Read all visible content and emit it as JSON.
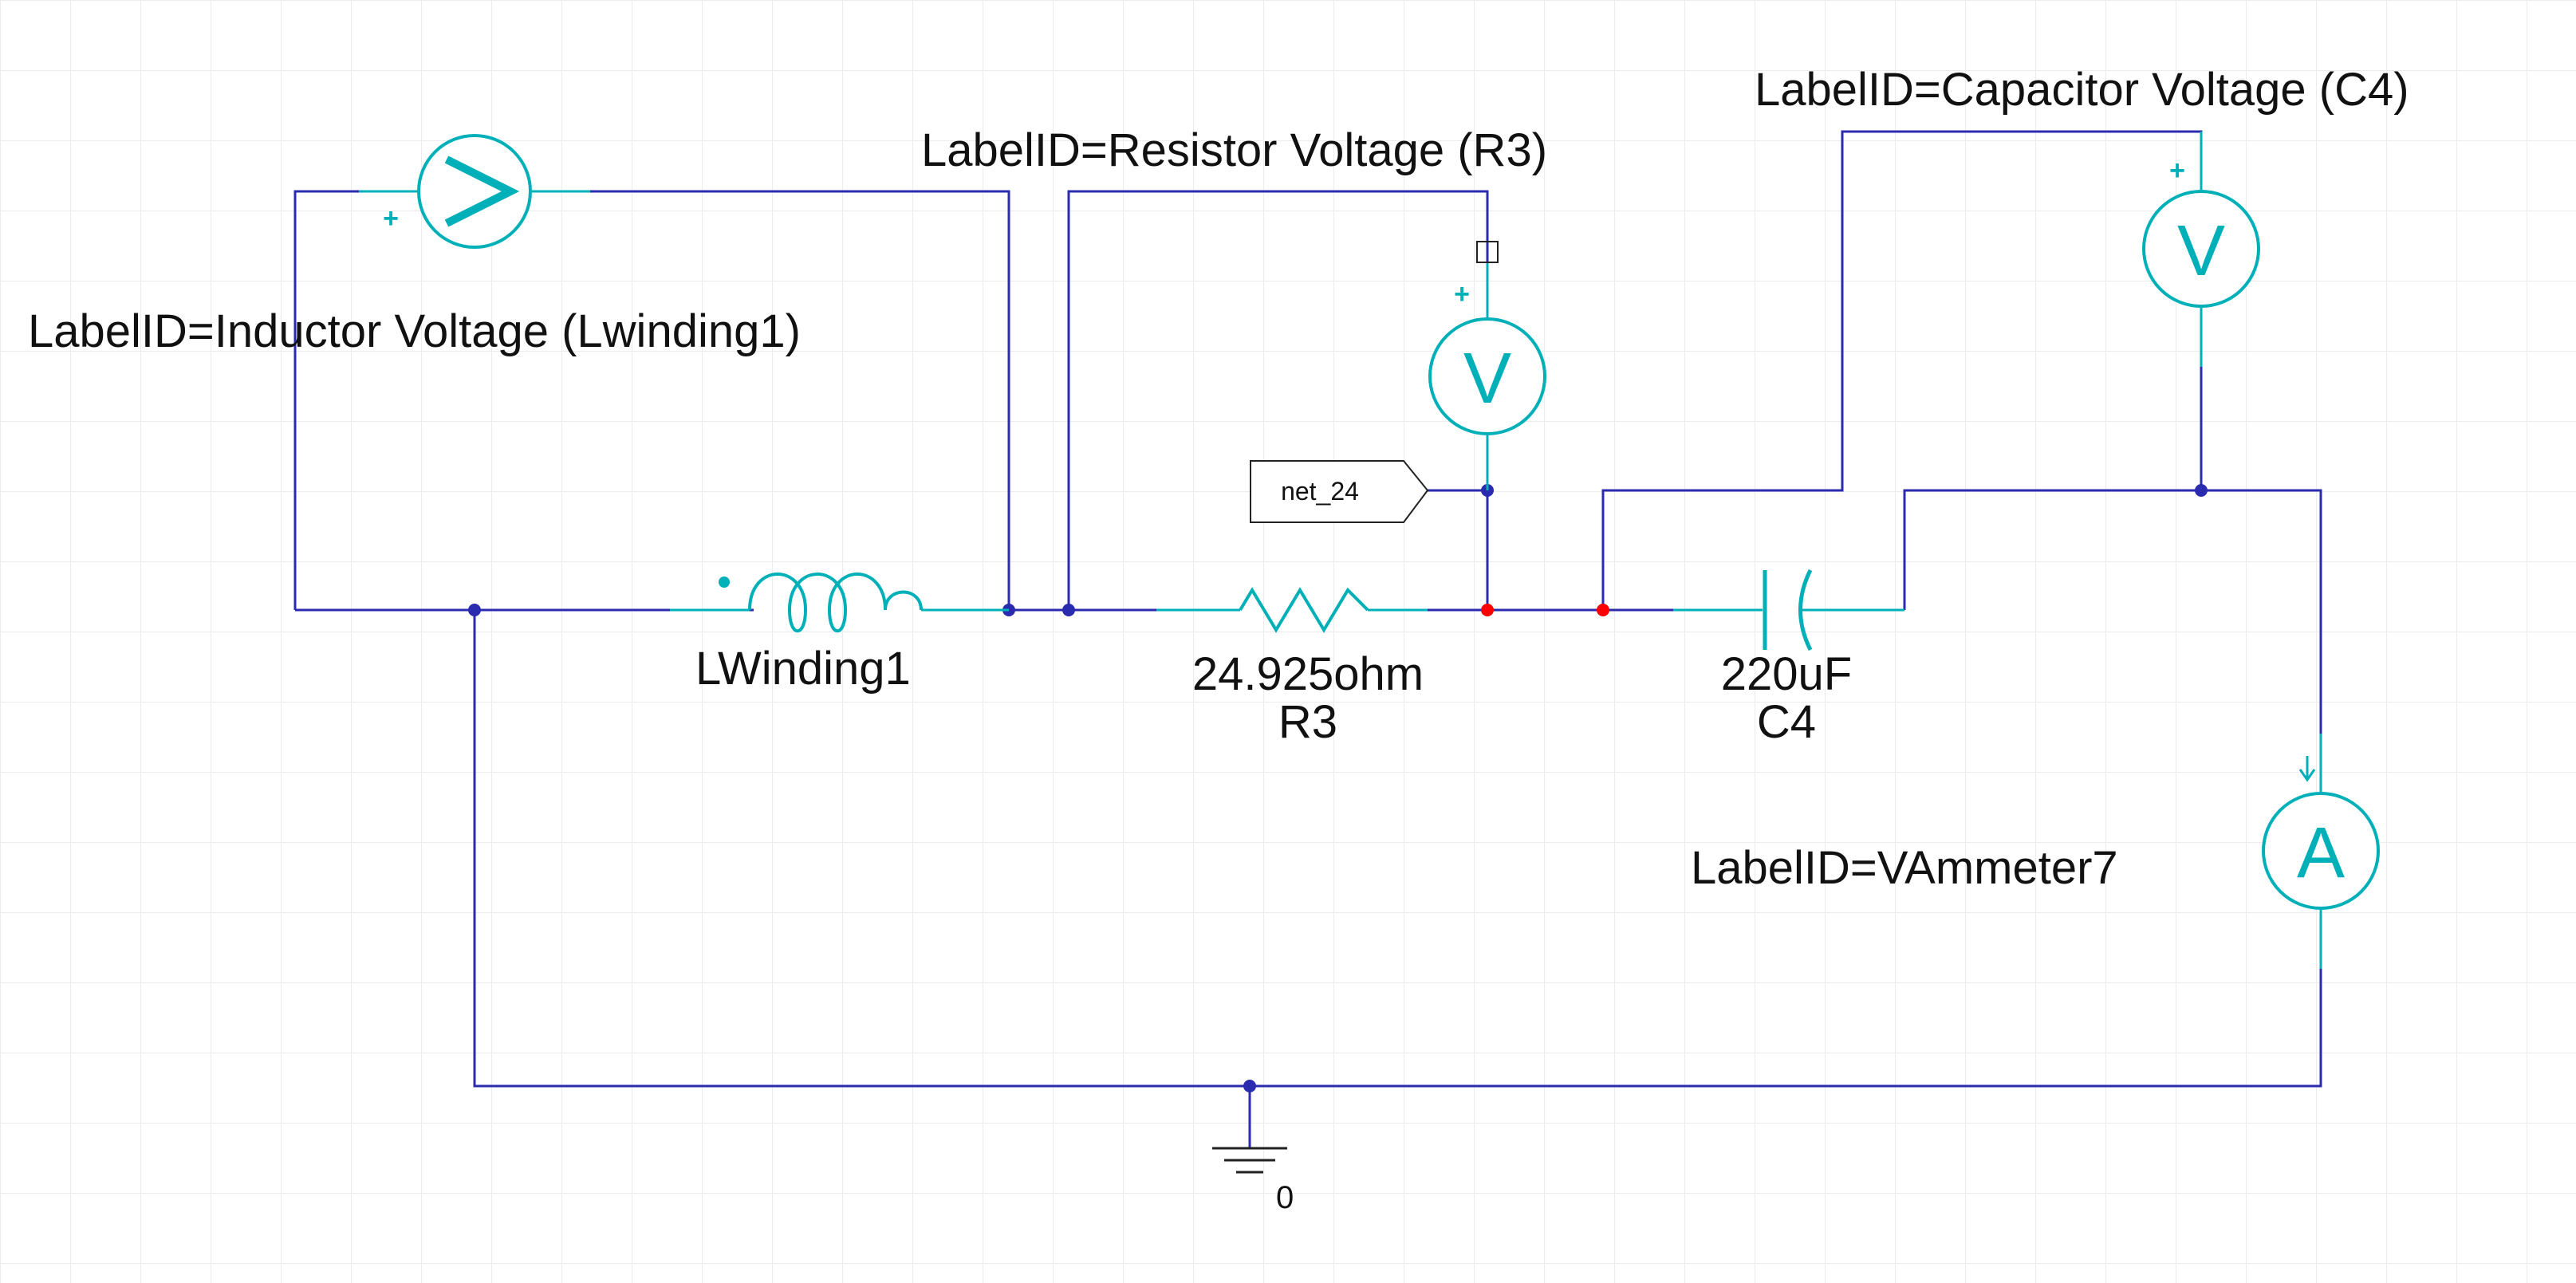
{
  "labels": {
    "inductor_voltage": "LabelID=Inductor Voltage (Lwinding1)",
    "resistor_voltage": "LabelID=Resistor Voltage (R3)",
    "capacitor_voltage": "LabelID=Capacitor Voltage (C4)",
    "ammeter": "LabelID=VAmmeter7"
  },
  "components": {
    "inductor": {
      "name": "LWinding1"
    },
    "resistor": {
      "value": "24.925ohm",
      "name": "R3"
    },
    "capacitor": {
      "value": "220uF",
      "name": "C4"
    }
  },
  "meters": {
    "voltmeter_glyph": "V",
    "ammeter_glyph": "A",
    "plus_sign": "+"
  },
  "net_label": "net_24",
  "ground_label": "0",
  "colors": {
    "wire": "#2b2bb0",
    "component": "#00b0b8",
    "junction": "#2b2bb0",
    "highlighted_junction": "#ff0000",
    "background_grid": "#e9e9e9"
  }
}
